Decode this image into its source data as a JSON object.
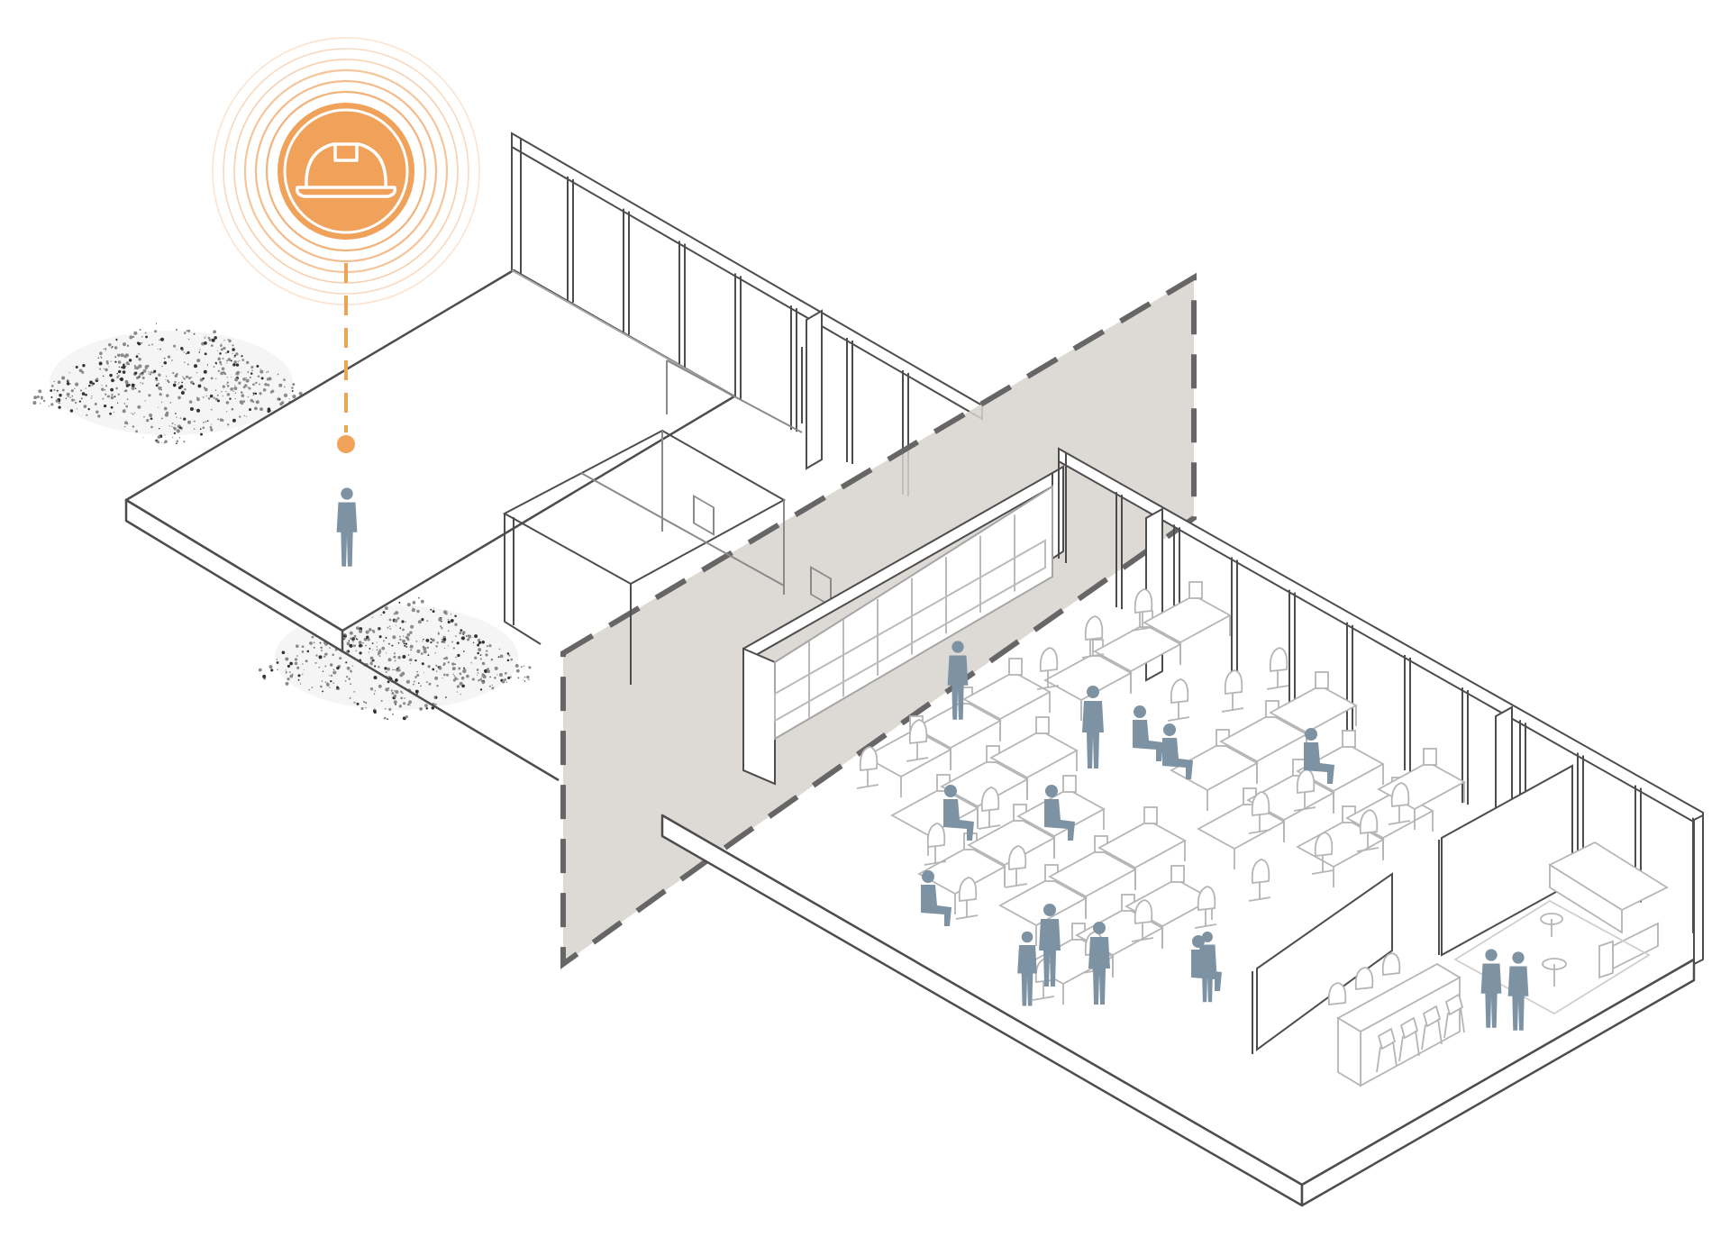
{
  "illustration": {
    "type": "axonometric-floor-plan",
    "colors": {
      "background": "#ffffff",
      "line": "#4d4d4d",
      "light_line": "#a6a6a6",
      "section_plane": "#d7d3cf",
      "section_border": "#666666",
      "accent": "#f0a25a",
      "accent_ring": "#f2b27a",
      "people": "#7d93a3",
      "shrub_dot": "#8a8a8a"
    },
    "icon": "hard-hat-icon",
    "elements": [
      "site-marker",
      "outdoor-terrace",
      "shrubs",
      "section-plane",
      "meeting-rooms",
      "open-office",
      "lounge",
      "cafe-bar",
      "people"
    ]
  }
}
